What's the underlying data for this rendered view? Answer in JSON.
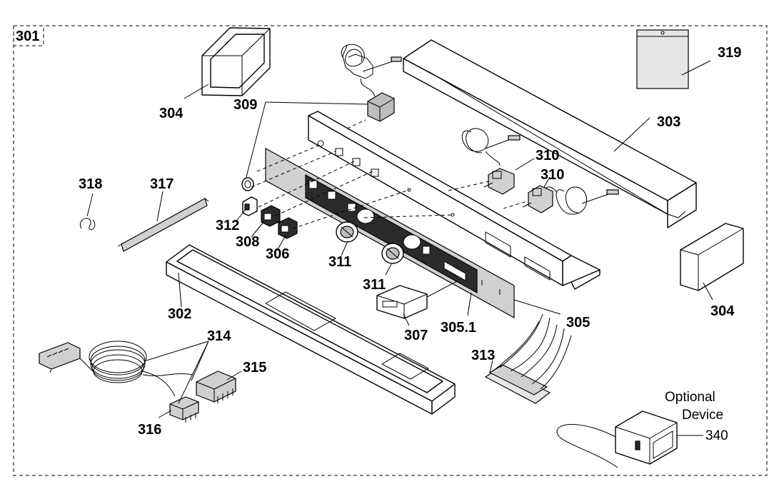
{
  "diagram": {
    "frame_label": "301",
    "callouts": {
      "c302": "302",
      "c303": "303",
      "c304a": "304",
      "c304b": "304",
      "c305": "305",
      "c3051": "305.1",
      "c306": "306",
      "c307": "307",
      "c308": "308",
      "c309": "309",
      "c310a": "310",
      "c310b": "310",
      "c311a": "311",
      "c311b": "311",
      "c312": "312",
      "c313": "313",
      "c314": "314",
      "c315": "315",
      "c316": "316",
      "c317": "317",
      "c318": "318",
      "c319": "319",
      "c340": "340"
    },
    "optional_line1": "Optional",
    "optional_line2": "Device"
  }
}
